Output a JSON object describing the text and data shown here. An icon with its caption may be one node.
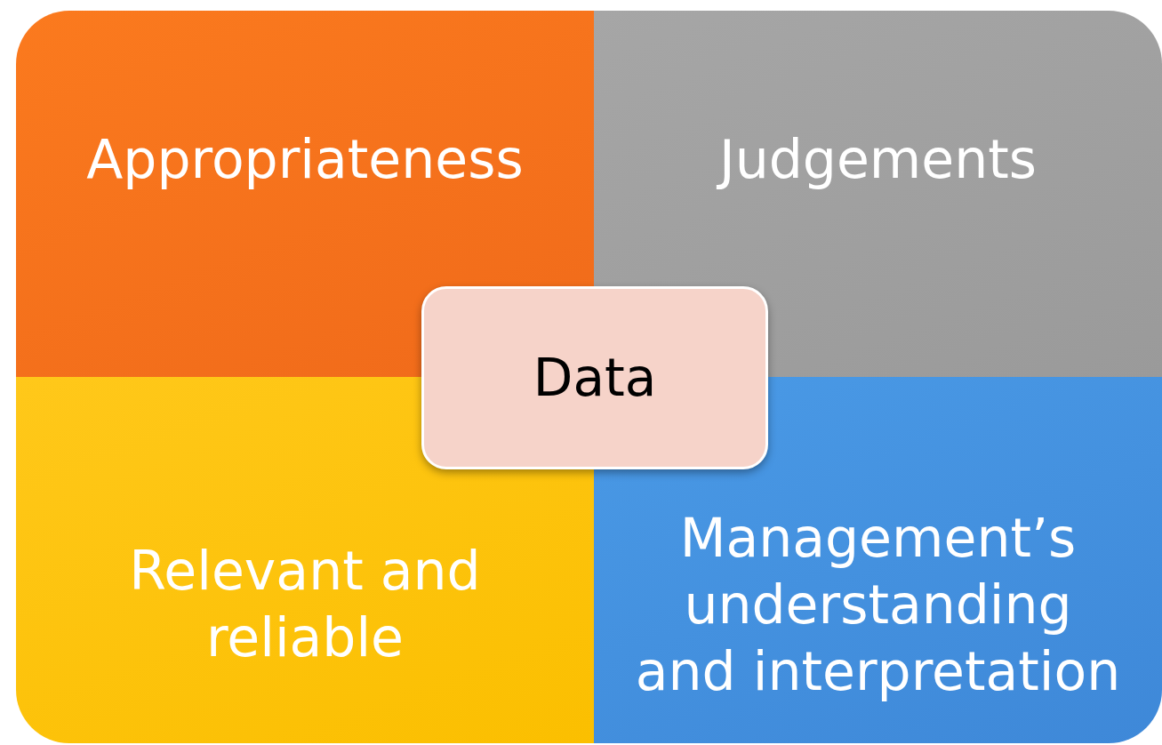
{
  "diagram": {
    "nodes": [
      {
        "text": [
          "Appropriateness"
        ]
      },
      {
        "text": [
          "Judgements"
        ]
      },
      {
        "text": [
          "Data"
        ]
      },
      {
        "text": [
          "Relevant and reliable"
        ]
      },
      {
        "text": [
          "Management’s understanding and interpretation"
        ]
      }
    ]
  }
}
